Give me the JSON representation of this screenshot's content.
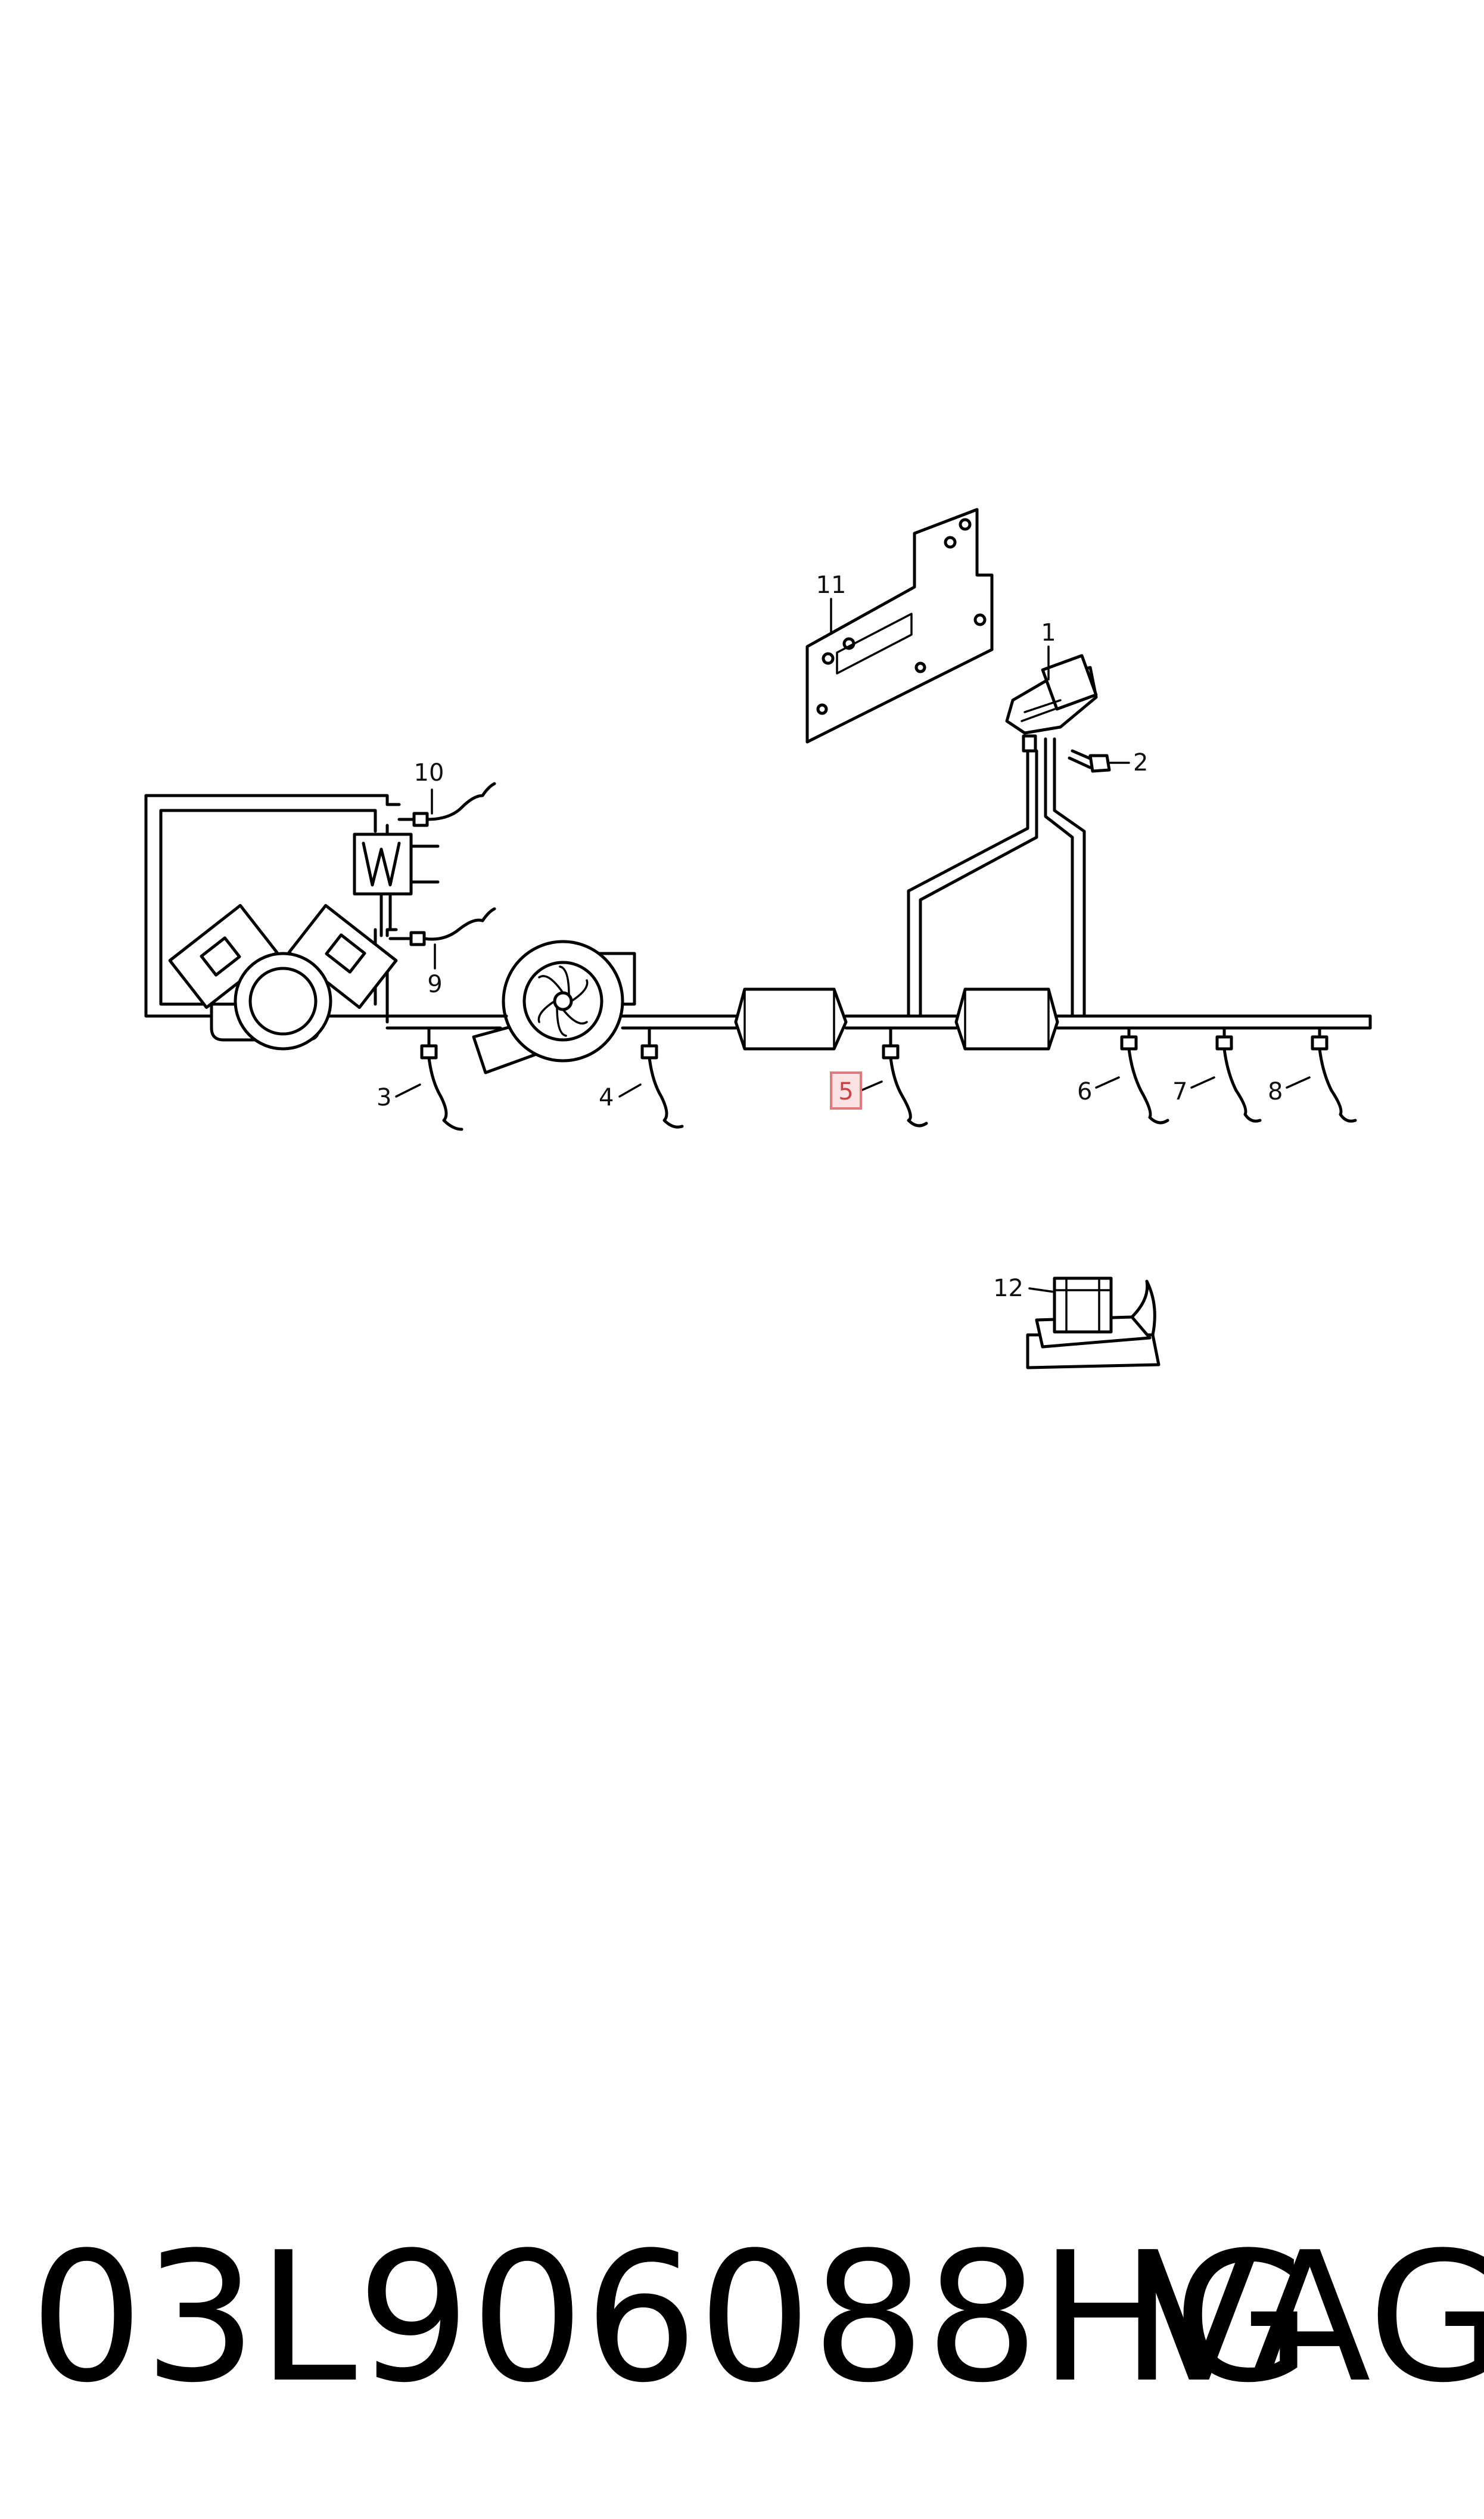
{
  "callouts": [
    {
      "id": "1",
      "label": "1"
    },
    {
      "id": "2",
      "label": "2"
    },
    {
      "id": "3",
      "label": "3"
    },
    {
      "id": "4",
      "label": "4"
    },
    {
      "id": "5",
      "label": "5",
      "highlighted": true
    },
    {
      "id": "6",
      "label": "6"
    },
    {
      "id": "7",
      "label": "7"
    },
    {
      "id": "8",
      "label": "8"
    },
    {
      "id": "9",
      "label": "9"
    },
    {
      "id": "10",
      "label": "10"
    },
    {
      "id": "11",
      "label": "11"
    },
    {
      "id": "12",
      "label": "12"
    }
  ],
  "part_number": "03L906088HG",
  "brand": "VAG",
  "colors": {
    "line": "#000000",
    "highlight_fill": "#fbe3e3",
    "highlight_stroke": "#e07a7a"
  }
}
